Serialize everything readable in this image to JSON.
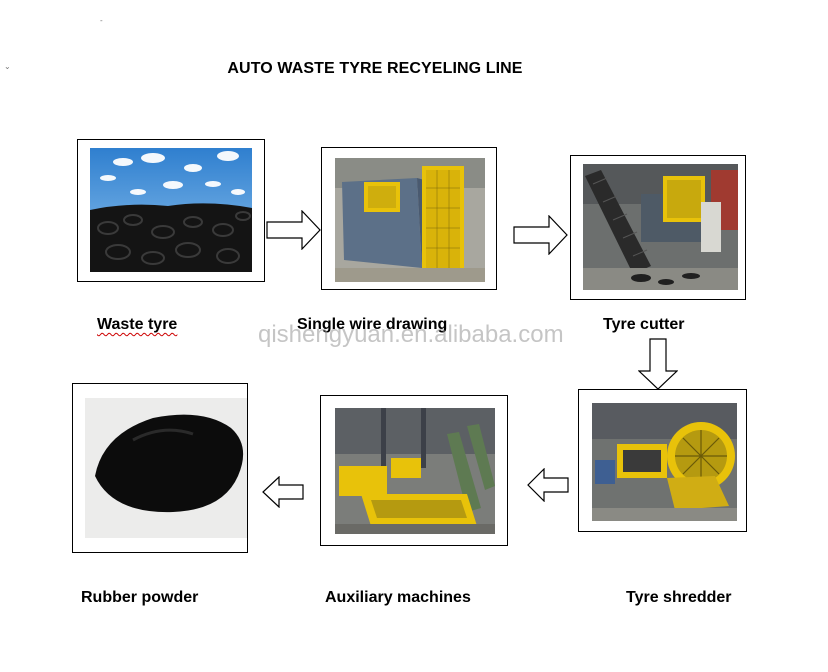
{
  "title": "AUTO WASTE TYRE RECYELING LINE",
  "watermark": "qishengyuan.en.alibaba.com",
  "steps": [
    {
      "label": "Waste tyre"
    },
    {
      "label": "Single wire drawing"
    },
    {
      "label": "Tyre cutter"
    },
    {
      "label": "Tyre shredder"
    },
    {
      "label": "Auxiliary machines"
    },
    {
      "label": "Rubber powder"
    }
  ],
  "arrows": [
    "arrow-right",
    "arrow-right",
    "arrow-down",
    "arrow-left",
    "arrow-left"
  ],
  "colors": {
    "machine_yellow": "#e8c20a",
    "machine_blue_gray": "#5c7088",
    "sky_blue": "#3d8ad0",
    "tyre_black": "#141414"
  }
}
